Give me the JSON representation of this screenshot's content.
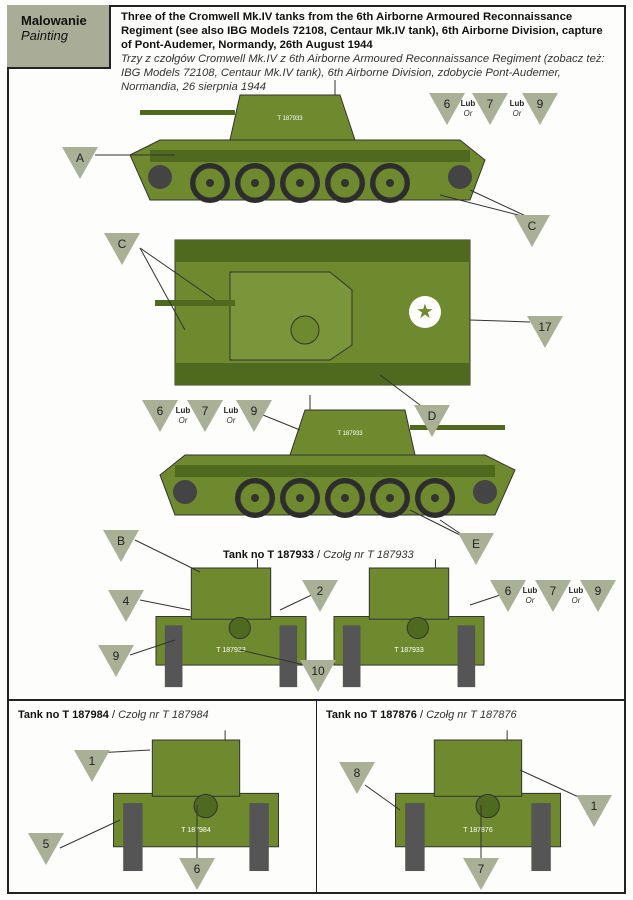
{
  "header": {
    "label_pl": "Malowanie",
    "label_en": "Painting",
    "title_en": "Three of the Cromwell Mk.IV tanks from the 6th Airborne Armoured Reconnaissance Regiment (see also IBG Models 72108, Centaur Mk.IV tank), 6th Airborne Division, capture of Pont-Audemer, Normandy, 26th August 1944",
    "title_pl": "Trzy z czołgów Cromwell Mk.IV z 6th Airborne Armoured Reconnaissance Regiment (zobacz też: IBG Models 72108, Centaur Mk.IV tank), 6th Airborne Division, zdobycie Pont-Audemer, Normandia, 26 sierpnia 1944"
  },
  "captions": [
    {
      "en": "Tank no T 187933",
      "sep": " / ",
      "pl": "Czołg nr T 187933"
    },
    {
      "en": "Tank no T 187984",
      "sep": " / ",
      "pl": "Czołg nr T 187984"
    },
    {
      "en": "Tank no T 187876",
      "sep": " / ",
      "pl": "Czołg nr T 187876"
    }
  ],
  "lub": {
    "pl": "Lub",
    "en": "Or"
  },
  "serials": [
    "T 187933",
    "T 187933",
    "T 187933",
    "T 187984",
    "T 187876"
  ],
  "callouts": [
    "A",
    "6",
    "7",
    "9",
    "C",
    "C",
    "17",
    "D",
    "6",
    "7",
    "9",
    "E",
    "B",
    "4",
    "2",
    "9",
    "10",
    "6",
    "7",
    "9",
    "1",
    "5",
    "6",
    "8",
    "1",
    "7"
  ],
  "colors": {
    "tank": "#6f8a2e",
    "tank_dark": "#4f6a1f",
    "callout": "#a9b096",
    "frame": "#222222"
  }
}
